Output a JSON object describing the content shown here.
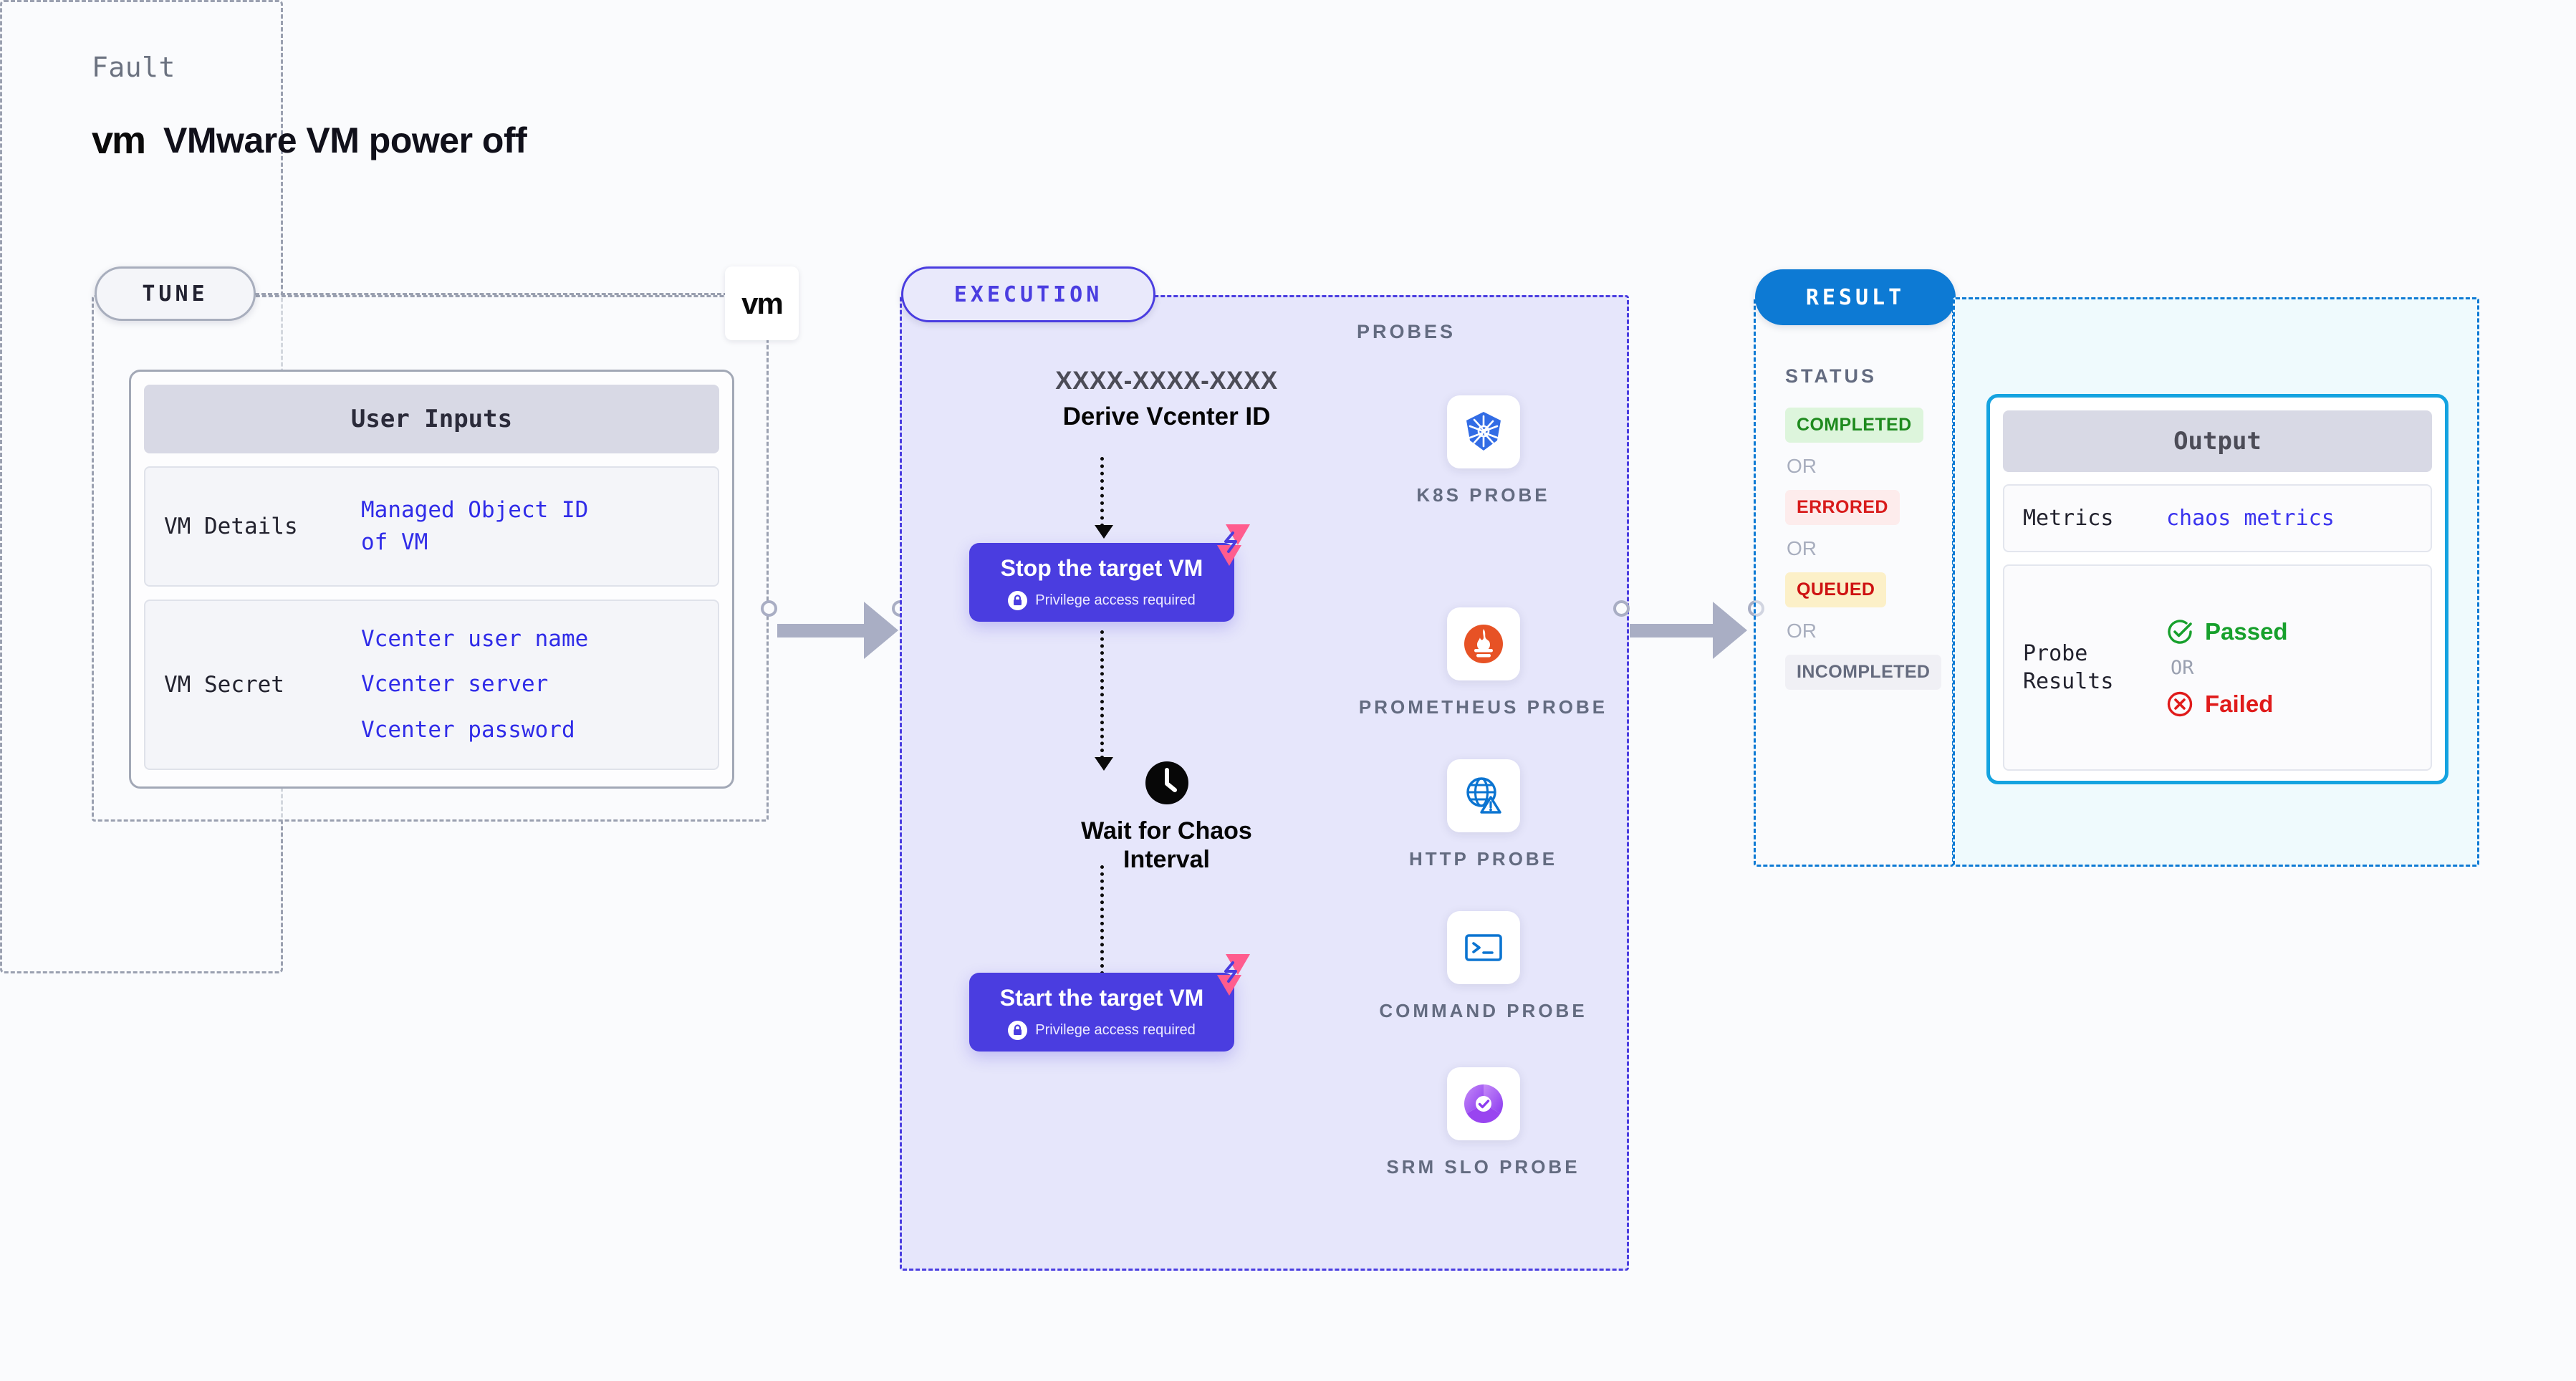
{
  "header": {
    "kicker": "Fault",
    "logo_text": "vm",
    "title": "VMware VM power off"
  },
  "tune": {
    "pill_label": "TUNE",
    "badge_logo": "vm",
    "card": {
      "heading": "User Inputs",
      "rows": [
        {
          "label": "VM Details",
          "values": [
            "Managed Object ID",
            "of VM"
          ]
        },
        {
          "label": "VM Secret",
          "values": [
            "Vcenter user name",
            "Vcenter server",
            "Vcenter password"
          ]
        }
      ]
    }
  },
  "execution": {
    "pill_label": "EXECUTION",
    "derive_id": "XXXX-XXXX-XXXX",
    "derive_label": "Derive Vcenter ID",
    "steps": [
      {
        "title": "Stop the target VM",
        "sub": "Privilege access required"
      },
      {
        "title": "Wait for Chaos Interval"
      },
      {
        "title": "Start the target VM",
        "sub": "Privilege access required"
      }
    ],
    "wait_caption_line1": "Wait for Chaos",
    "wait_caption_line2": "Interval"
  },
  "probes": {
    "title": "PROBES",
    "items": [
      {
        "label": "K8S PROBE",
        "icon": "kubernetes-icon"
      },
      {
        "label": "PROMETHEUS PROBE",
        "icon": "prometheus-icon"
      },
      {
        "label": "HTTP PROBE",
        "icon": "http-globe-warning-icon"
      },
      {
        "label": "COMMAND PROBE",
        "icon": "terminal-icon"
      },
      {
        "label": "SRM SLO PROBE",
        "icon": "srm-slo-icon"
      }
    ]
  },
  "result": {
    "pill_label": "RESULT",
    "status_title": "STATUS",
    "or_label": "OR",
    "statuses": [
      {
        "label": "COMPLETED",
        "bg": "#DDF5DC",
        "fg": "#1E8A1E"
      },
      {
        "label": "ERRORED",
        "bg": "#FDECEC",
        "fg": "#D81B1B"
      },
      {
        "label": "QUEUED",
        "bg": "#FCF0C8",
        "fg": "#CE1212"
      },
      {
        "label": "INCOMPLETED",
        "bg": "#F0F0F5",
        "fg": "#656B7E"
      }
    ]
  },
  "output": {
    "heading": "Output",
    "metrics_label": "Metrics",
    "metrics_value": "chaos metrics",
    "probe_results_label": "Probe Results",
    "passed_label": "Passed",
    "failed_label": "Failed",
    "or_label": "OR"
  },
  "colors": {
    "accent_purple": "#4A3DE0",
    "accent_blue": "#0D7AD4",
    "accent_cyan": "#14A3E0",
    "link_blue": "#2F2BE8",
    "pass_green": "#17A02C",
    "fail_red": "#E01B1B",
    "arrow_gray": "#A9AEC4",
    "harness_pink": "#FF5C8E"
  }
}
